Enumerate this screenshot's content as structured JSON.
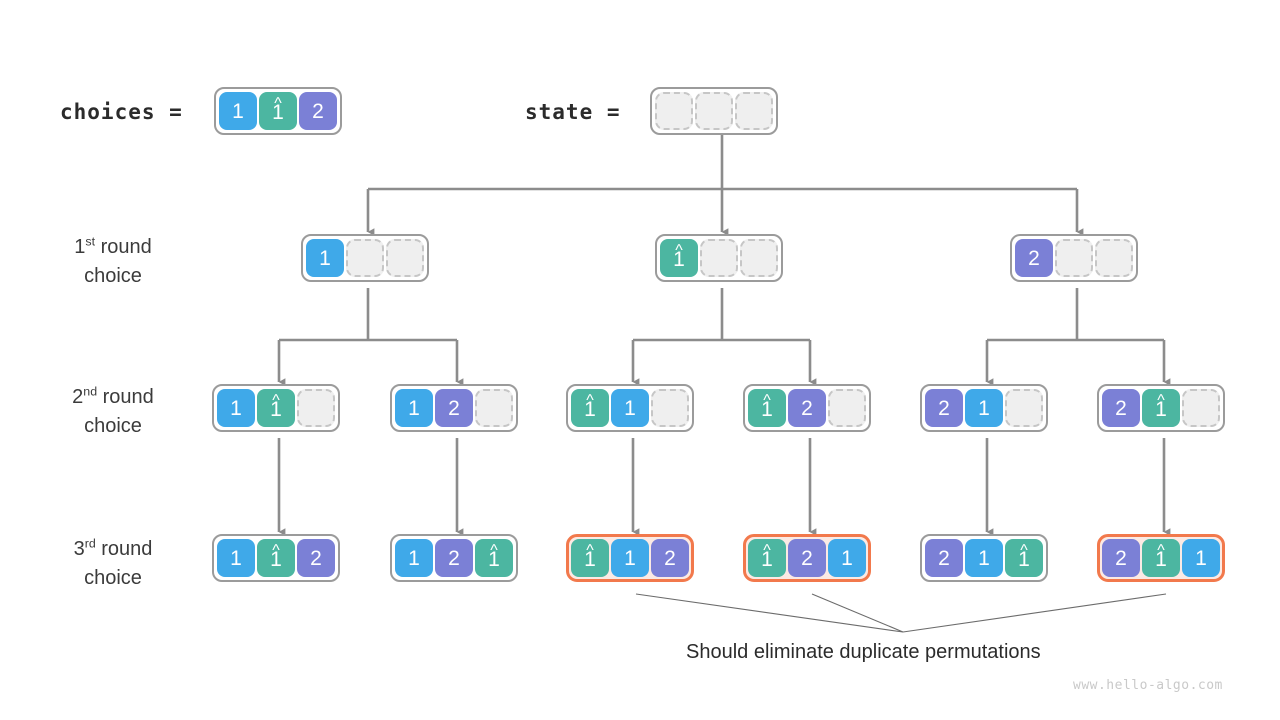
{
  "title": "Backtracking permutation tree with duplicate elements",
  "labels": {
    "choices": "choices =",
    "state": "state =",
    "round1_ord": "1",
    "round1_sup": "st",
    "round1_rest": " round",
    "round2_ord": "2",
    "round2_sup": "nd",
    "round2_rest": " round",
    "round3_ord": "3",
    "round3_sup": "rd",
    "round3_rest": " round",
    "choice_word": "choice",
    "caption": "Should eliminate duplicate permutations",
    "watermark": "www.hello-algo.com"
  },
  "colors": {
    "blue": "#3fa9e9",
    "green": "#4cb6a1",
    "purple": "#7b80d6",
    "empty": "#efefef",
    "empty_border": "#c6c6c6",
    "node_border": "#8c8c8c",
    "highlight_border": "#f2794c",
    "highlight_fill": "#fbeae4",
    "wire": "#8c8c8c",
    "callout": "#6b6b6b",
    "text": "#2b2b2b",
    "watermark": "#c9c9c9"
  },
  "glyphs": {
    "one": "1",
    "two": "2",
    "dup_one_num": "1",
    "dup_one_hat": "^",
    "dup_one_name": "one-hat"
  },
  "choices": {
    "cells": [
      {
        "value": "1",
        "kind": "blue"
      },
      {
        "value": "1̂",
        "kind": "green"
      },
      {
        "value": "2",
        "kind": "purple"
      }
    ]
  },
  "state": {
    "cells": [
      {
        "value": "",
        "kind": "empty"
      },
      {
        "value": "",
        "kind": "empty"
      },
      {
        "value": "",
        "kind": "empty"
      }
    ]
  },
  "tree": {
    "rows": [
      {
        "name": "round-1",
        "label_ordinal": "1",
        "label_sup": "st",
        "nodes": [
          {
            "id": "r1n1",
            "highlight": false,
            "cells": [
              {
                "value": "1",
                "kind": "blue"
              },
              {
                "value": "",
                "kind": "empty"
              },
              {
                "value": "",
                "kind": "empty"
              }
            ]
          },
          {
            "id": "r1n2",
            "highlight": false,
            "cells": [
              {
                "value": "1̂",
                "kind": "green"
              },
              {
                "value": "",
                "kind": "empty"
              },
              {
                "value": "",
                "kind": "empty"
              }
            ]
          },
          {
            "id": "r1n3",
            "highlight": false,
            "cells": [
              {
                "value": "2",
                "kind": "purple"
              },
              {
                "value": "",
                "kind": "empty"
              },
              {
                "value": "",
                "kind": "empty"
              }
            ]
          }
        ]
      },
      {
        "name": "round-2",
        "label_ordinal": "2",
        "label_sup": "nd",
        "nodes": [
          {
            "id": "r2n1",
            "highlight": false,
            "cells": [
              {
                "value": "1",
                "kind": "blue"
              },
              {
                "value": "1̂",
                "kind": "green"
              },
              {
                "value": "",
                "kind": "empty"
              }
            ]
          },
          {
            "id": "r2n2",
            "highlight": false,
            "cells": [
              {
                "value": "1",
                "kind": "blue"
              },
              {
                "value": "2",
                "kind": "purple"
              },
              {
                "value": "",
                "kind": "empty"
              }
            ]
          },
          {
            "id": "r2n3",
            "highlight": false,
            "cells": [
              {
                "value": "1̂",
                "kind": "green"
              },
              {
                "value": "1",
                "kind": "blue"
              },
              {
                "value": "",
                "kind": "empty"
              }
            ]
          },
          {
            "id": "r2n4",
            "highlight": false,
            "cells": [
              {
                "value": "1̂",
                "kind": "green"
              },
              {
                "value": "2",
                "kind": "purple"
              },
              {
                "value": "",
                "kind": "empty"
              }
            ]
          },
          {
            "id": "r2n5",
            "highlight": false,
            "cells": [
              {
                "value": "2",
                "kind": "purple"
              },
              {
                "value": "1",
                "kind": "blue"
              },
              {
                "value": "",
                "kind": "empty"
              }
            ]
          },
          {
            "id": "r2n6",
            "highlight": false,
            "cells": [
              {
                "value": "2",
                "kind": "purple"
              },
              {
                "value": "1̂",
                "kind": "green"
              },
              {
                "value": "",
                "kind": "empty"
              }
            ]
          }
        ]
      },
      {
        "name": "round-3",
        "label_ordinal": "3",
        "label_sup": "rd",
        "nodes": [
          {
            "id": "r3n1",
            "highlight": false,
            "cells": [
              {
                "value": "1",
                "kind": "blue"
              },
              {
                "value": "1̂",
                "kind": "green"
              },
              {
                "value": "2",
                "kind": "purple"
              }
            ]
          },
          {
            "id": "r3n2",
            "highlight": false,
            "cells": [
              {
                "value": "1",
                "kind": "blue"
              },
              {
                "value": "2",
                "kind": "purple"
              },
              {
                "value": "1̂",
                "kind": "green"
              }
            ]
          },
          {
            "id": "r3n3",
            "highlight": true,
            "cells": [
              {
                "value": "1̂",
                "kind": "green"
              },
              {
                "value": "1",
                "kind": "blue"
              },
              {
                "value": "2",
                "kind": "purple"
              }
            ]
          },
          {
            "id": "r3n4",
            "highlight": true,
            "cells": [
              {
                "value": "1̂",
                "kind": "green"
              },
              {
                "value": "2",
                "kind": "purple"
              },
              {
                "value": "1",
                "kind": "blue"
              }
            ]
          },
          {
            "id": "r3n5",
            "highlight": false,
            "cells": [
              {
                "value": "2",
                "kind": "purple"
              },
              {
                "value": "1",
                "kind": "blue"
              },
              {
                "value": "1̂",
                "kind": "green"
              }
            ]
          },
          {
            "id": "r3n6",
            "highlight": true,
            "cells": [
              {
                "value": "2",
                "kind": "purple"
              },
              {
                "value": "1̂",
                "kind": "green"
              },
              {
                "value": "1",
                "kind": "blue"
              }
            ]
          }
        ]
      }
    ]
  }
}
